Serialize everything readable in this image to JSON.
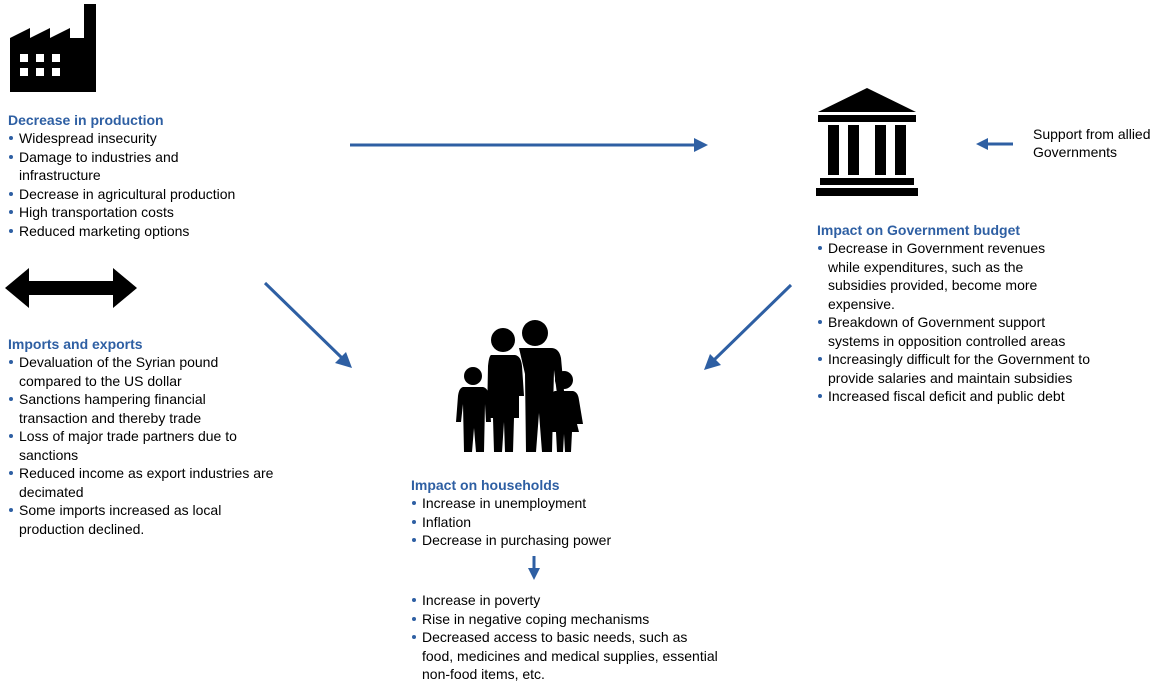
{
  "colors": {
    "accent": "#2e5fa3",
    "icon": "#000000"
  },
  "icons": [
    "factory-icon",
    "government-building-icon",
    "family-icon",
    "double-headed-arrow-icon"
  ],
  "production": {
    "heading": "Decrease in production",
    "items": [
      "Widespread insecurity",
      "Damage to industries and infrastructure",
      "Decrease in agricultural production",
      "High transportation costs",
      "Reduced marketing options"
    ]
  },
  "trade": {
    "heading": "Imports and exports",
    "items": [
      "Devaluation of the Syrian pound compared to the US dollar",
      "Sanctions hampering financial transaction and thereby trade",
      "Loss of major trade partners due to sanctions",
      "Reduced income as export industries are decimated",
      "Some imports increased as local production declined."
    ]
  },
  "government": {
    "heading": "Impact on Government budget",
    "items": [
      "Decrease in Government revenues while expenditures, such as the subsidies provided, become more expensive.",
      "Breakdown of Government support systems in opposition controlled areas",
      "Increasingly difficult for the Government to provide salaries and maintain subsidies",
      "Increased fiscal deficit and public debt"
    ]
  },
  "allied_support": "Support from allied Governments",
  "households": {
    "heading": "Impact on households",
    "items": [
      "Increase in unemployment",
      "Inflation",
      "Decrease in purchasing power"
    ],
    "consequences": [
      "Increase in poverty",
      "Rise in negative coping mechanisms",
      "Decreased access to basic needs, such as food, medicines and medical supplies, essential non-food items, etc."
    ]
  }
}
